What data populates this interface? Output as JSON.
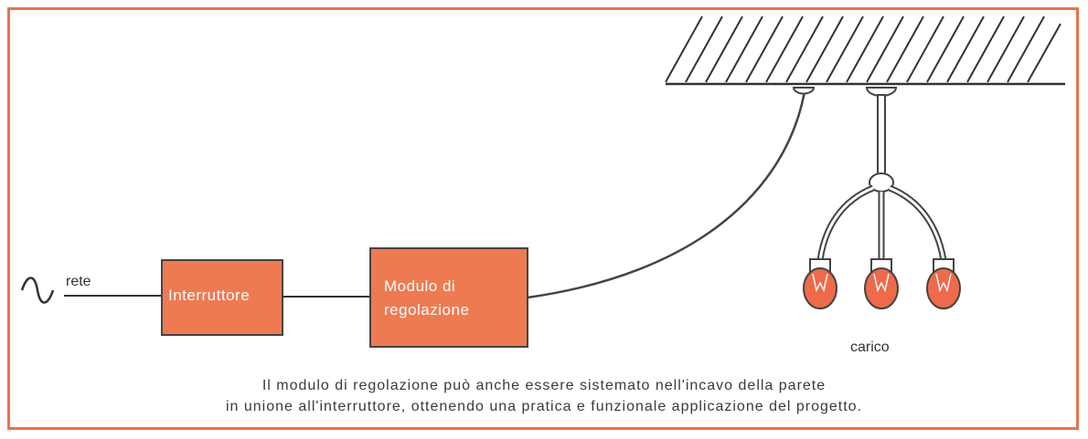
{
  "labels": {
    "source": "rete",
    "switch": "Interruttore",
    "module_line1": "Modulo di",
    "module_line2": "regolazione",
    "load": "carico"
  },
  "caption": {
    "line1": "Il modulo di regolazione può anche essere sistemato nell'incavo della parete",
    "line2": "in unione all'interruttore, ottenendo una pratica e funzionale applicazione del progetto."
  },
  "colors": {
    "frame": "#e8734e",
    "box_fill": "#ee7a52",
    "bulb": "#ee6a4a"
  }
}
